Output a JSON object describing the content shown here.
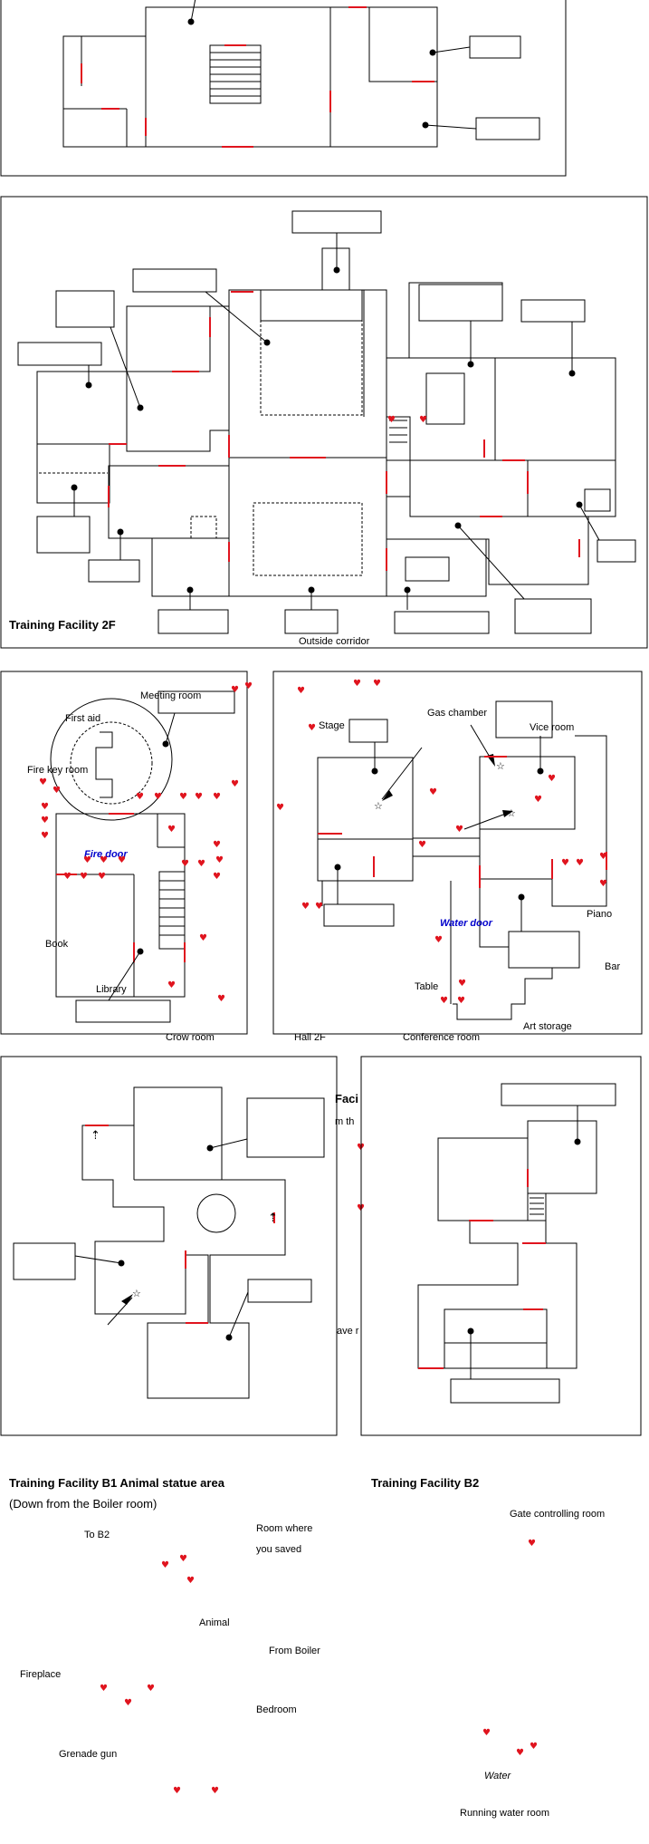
{
  "section_2f": {
    "title": "Training Facility 2F",
    "corridor": "Outside corridor"
  },
  "section_hall": {
    "labels": {
      "meeting_room": "Meeting room",
      "first_aid": "First   aid",
      "fire_key_room": "Fire key room",
      "fire_door": "Fire door",
      "book": "Book",
      "library": "Library",
      "crow_room": "Crow room",
      "hall_2f": "Hall 2F",
      "stage": "Stage",
      "gas_chamber": "Gas chamber",
      "vice_room": "Vice room",
      "water_door": "Water door",
      "piano": "Piano",
      "bar": "Bar",
      "table": "Table",
      "art_storage": "Art storage",
      "conference_room": "Conference room"
    }
  },
  "section_b1": {
    "title": "Training Facility B1 Animal statue area",
    "subtitle": "(Down from the Boiler room)",
    "labels": {
      "to_b2": "To B2",
      "room_saved_1": "Room where",
      "room_saved_2": "you saved",
      "animal": "Animal",
      "from_boiler": "From  Boiler",
      "fireplace": "Fireplace",
      "bedroom": "Bedroom",
      "grenade_gun": "Grenade gun"
    },
    "fragment_1": "Faci",
    "fragment_2": "m th",
    "fragment_3": "ave r"
  },
  "section_b2": {
    "title": "Training Facility B2",
    "labels": {
      "gate_room": "Gate controlling room",
      "water": "Water",
      "running_water_room": "Running water room"
    }
  },
  "colors": {
    "door": "#e0141e",
    "wall": "#000000",
    "accent": "#0000cc"
  },
  "icons": [
    "heart-icon",
    "star-icon",
    "arrow-up-icon"
  ]
}
